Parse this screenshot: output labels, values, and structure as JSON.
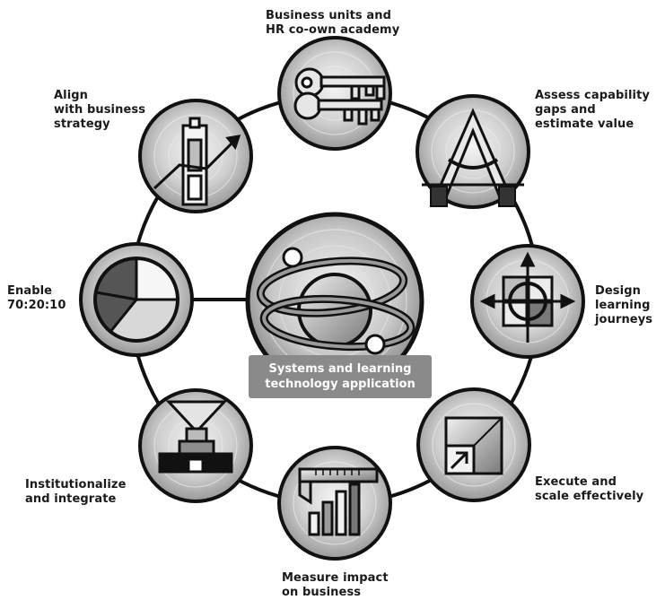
{
  "center_label": "Systems and learning\ntechnology application",
  "steps": [
    {
      "id": "co-own",
      "label": "Business units and\nHR co-own academy",
      "icon": "keys-icon"
    },
    {
      "id": "assess",
      "label": "Assess capability\ngaps and\nestimate value",
      "icon": "compass-icon"
    },
    {
      "id": "design",
      "label": "Design\nlearning\njourneys",
      "icon": "crosshair-icon"
    },
    {
      "id": "execute",
      "label": "Execute and\nscale effectively",
      "icon": "scale-icon"
    },
    {
      "id": "measure",
      "label": "Measure impact\non business",
      "icon": "caliper-icon"
    },
    {
      "id": "institutionalize",
      "label": "Institutionalize\nand integrate",
      "icon": "funnel-icon"
    },
    {
      "id": "enable",
      "label": "Enable\n70:20:10",
      "icon": "pie-icon"
    },
    {
      "id": "align",
      "label": "Align\nwith business\nstrategy",
      "icon": "growth-icon"
    }
  ]
}
